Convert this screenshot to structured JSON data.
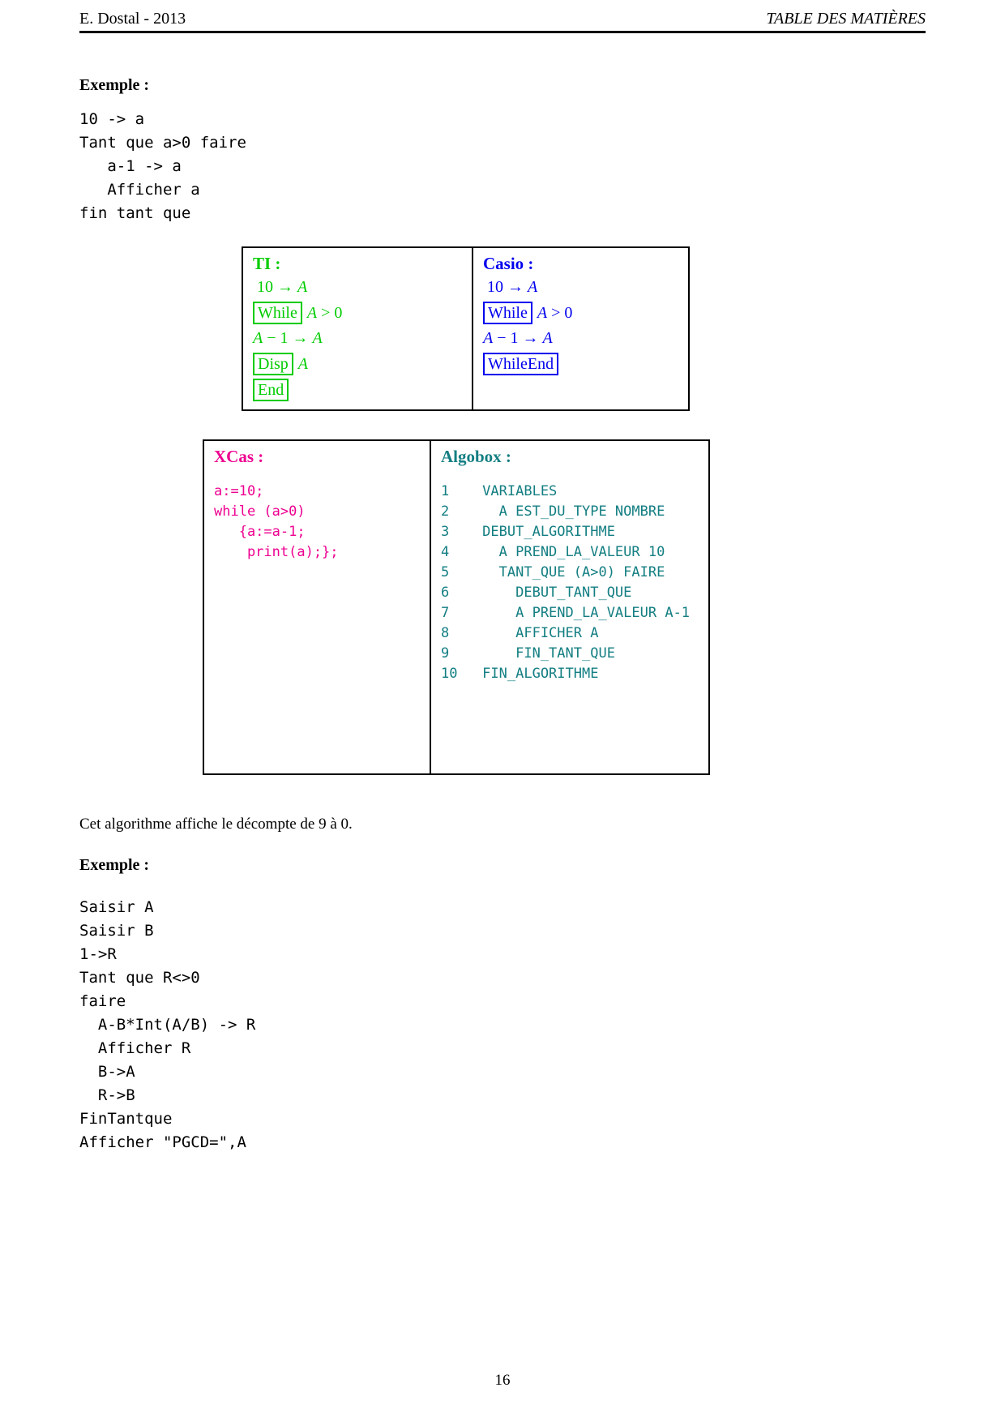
{
  "colors": {
    "ti_green": "#00cc00",
    "casio_blue": "#0000ee",
    "xcas_magenta": "#ee0090",
    "algobox_teal": "#137e82"
  },
  "header": {
    "left": "E. Dostal - 2013",
    "right": "TABLE DES MATIÈRES"
  },
  "example1": {
    "heading": "Exemple :",
    "code_lines": [
      "10 -> a",
      "Tant que a>0 faire",
      "   a-1 -> a",
      "   Afficher a",
      "fin tant que"
    ]
  },
  "calc_table": {
    "ti": {
      "title": "TI :",
      "line_assign": "10 → A",
      "while_keyword": "While",
      "while_condition": "A > 0",
      "line_decrement": "A − 1 → A",
      "disp_keyword": "Disp",
      "disp_argument": "A",
      "end_keyword": "End"
    },
    "casio": {
      "title": "Casio :",
      "line_assign": "10 → A",
      "while_keyword": "While",
      "while_condition": "A > 0",
      "line_decrement": "A − 1 → A",
      "whileend_keyword": "WhileEnd"
    }
  },
  "software_table": {
    "xcas": {
      "title": "XCas :",
      "code_lines": [
        "a:=10;",
        "while (a>0)",
        "   {a:=a-1;",
        "    print(a);};"
      ]
    },
    "algobox": {
      "title": "Algobox :",
      "code_lines": [
        "1    VARIABLES",
        "2      A EST_DU_TYPE NOMBRE",
        "3    DEBUT_ALGORITHME",
        "4      A PREND_LA_VALEUR 10",
        "5      TANT_QUE (A>0) FAIRE",
        "6        DEBUT_TANT_QUE",
        "7        A PREND_LA_VALEUR A-1",
        "8        AFFICHER A",
        "9        FIN_TANT_QUE",
        "10   FIN_ALGORITHME"
      ]
    }
  },
  "paragraph": "Cet algorithme affiche le décompte de 9 à 0.",
  "example2": {
    "heading": "Exemple :",
    "code_lines": [
      "Saisir A",
      "Saisir B",
      "1->R",
      "Tant que R<>0",
      "faire",
      "  A-B*Int(A/B) -> R",
      "  Afficher R",
      "  B->A",
      "  R->B",
      "FinTantque",
      "Afficher \"PGCD=\",A"
    ]
  },
  "footer": {
    "page_number": "16"
  }
}
